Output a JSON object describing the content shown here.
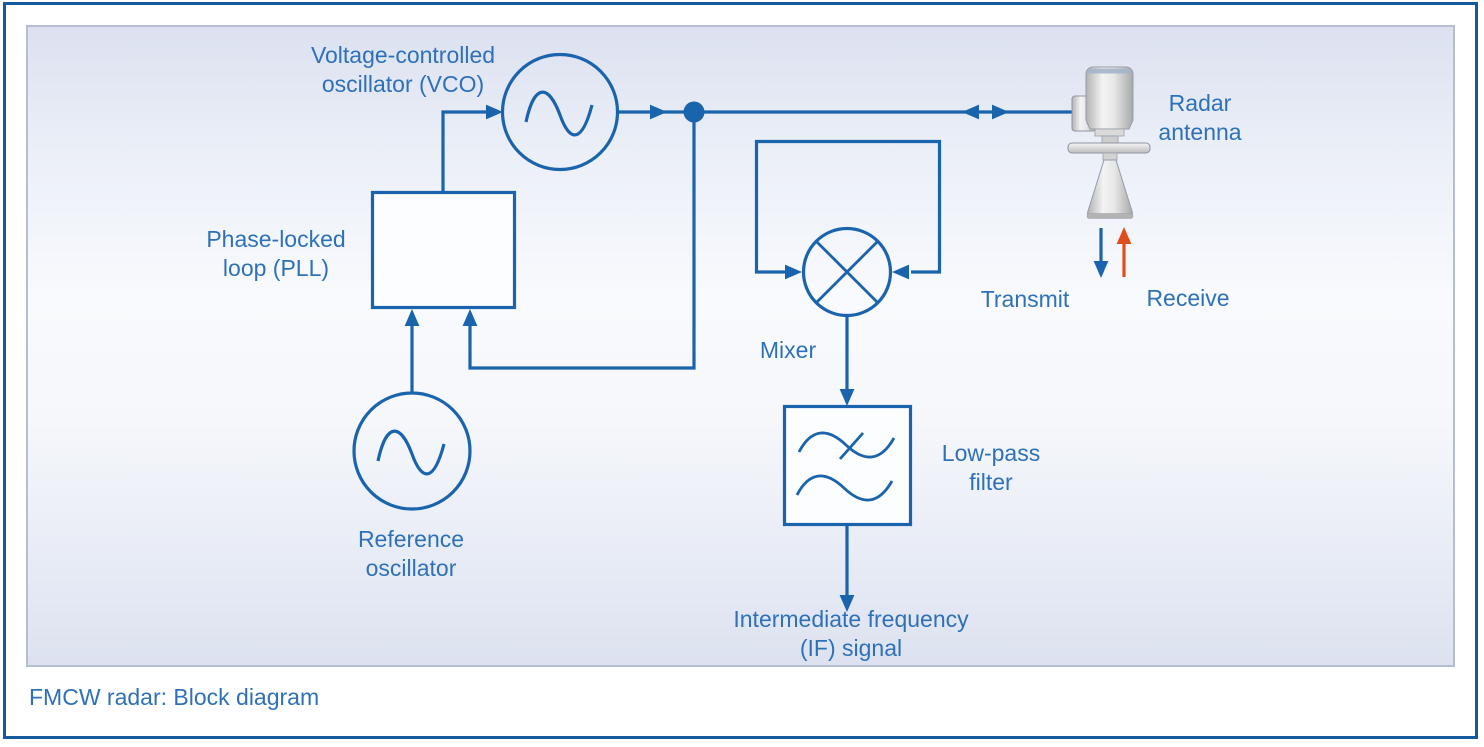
{
  "figure": {
    "caption": "FMCW radar: Block diagram"
  },
  "colors": {
    "line_blue": "#1a63ad",
    "text_blue": "#2e71b8",
    "receive_orange": "#df4f1e",
    "frame_blue": "#15599e",
    "panel_top": "#dce1f0",
    "panel_mid": "#f8fafd",
    "panel_bottom": "#dde2f0"
  },
  "labels": {
    "vco": {
      "line1": "Voltage-controlled",
      "line2": "oscillator (VCO)"
    },
    "pll": {
      "line1": "Phase-locked",
      "line2": "loop (PLL)"
    },
    "reference_oscillator": {
      "line1": "Reference",
      "line2": "oscillator"
    },
    "radar_antenna": {
      "line1": "Radar",
      "line2": "antenna"
    },
    "transmit": "Transmit",
    "receive": "Receive",
    "mixer": "Mixer",
    "low_pass_filter": {
      "line1": "Low-pass",
      "line2": "filter"
    },
    "if_signal": {
      "line1": "Intermediate frequency",
      "line2": "(IF) signal"
    }
  }
}
